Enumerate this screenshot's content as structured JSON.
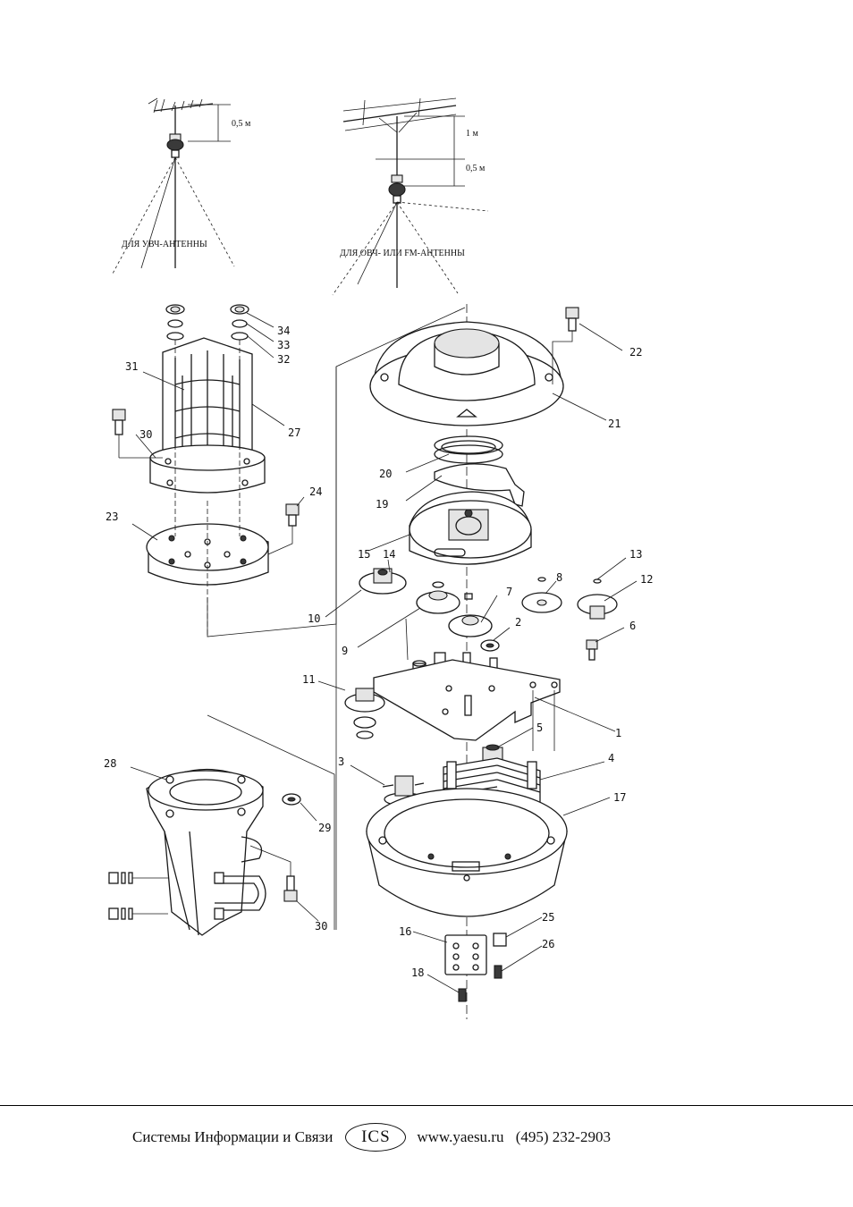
{
  "captions": {
    "uhf_antenna": "ДЛЯ УВЧ-АНТЕННЫ",
    "vhf_fm_antenna": "ДЛЯ ОВЧ- ИЛИ FM-АНТЕННЫ"
  },
  "dimensions": {
    "uhf_gap": "0,5 м",
    "vhf_upper_gap": "1 м",
    "vhf_lower_gap": "0,5 м"
  },
  "parts": {
    "p1": "1",
    "p2": "2",
    "p3": "3",
    "p4": "4",
    "p5": "5",
    "p6": "6",
    "p7": "7",
    "p8": "8",
    "p9": "9",
    "p10": "10",
    "p11": "11",
    "p12": "12",
    "p13": "13",
    "p14": "14",
    "p15": "15",
    "p16": "16",
    "p17": "17",
    "p18": "18",
    "p19": "19",
    "p20": "20",
    "p21": "21",
    "p22": "22",
    "p23": "23",
    "p24": "24",
    "p25": "25",
    "p26": "26",
    "p27": "27",
    "p28": "28",
    "p29": "29",
    "p30a": "30",
    "p30b": "30",
    "p31": "31",
    "p32": "32",
    "p33": "33",
    "p34": "34"
  },
  "footer": {
    "company": "Системы Информации и Связи",
    "logo": "ICS",
    "website": "www.yaesu.ru",
    "phone": "(495) 232-2903"
  }
}
